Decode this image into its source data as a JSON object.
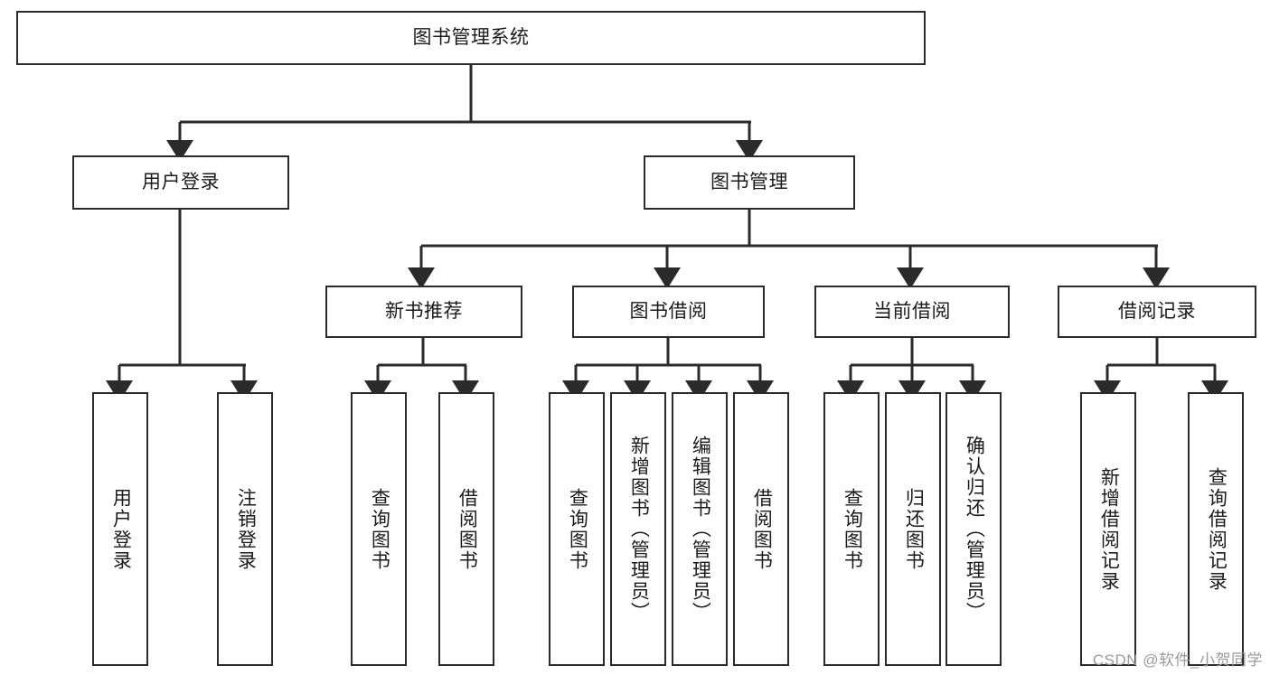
{
  "diagram": {
    "title": "图书管理系统",
    "type": "tree-hierarchy",
    "root": {
      "id": "root",
      "label": "图书管理系统"
    },
    "level1": [
      {
        "id": "user-login",
        "label": "用户登录"
      },
      {
        "id": "book-manage",
        "label": "图书管理"
      }
    ],
    "level2": [
      {
        "id": "new-book-rec",
        "label": "新书推荐",
        "parent": "book-manage"
      },
      {
        "id": "book-borrow",
        "label": "图书借阅",
        "parent": "book-manage"
      },
      {
        "id": "current-borrow",
        "label": "当前借阅",
        "parent": "book-manage"
      },
      {
        "id": "borrow-record",
        "label": "借阅记录",
        "parent": "book-manage"
      }
    ],
    "leaves": [
      {
        "id": "leaf-user-login",
        "label": "用户登录",
        "parent": "user-login"
      },
      {
        "id": "leaf-user-logout",
        "label": "注销登录",
        "parent": "user-login"
      },
      {
        "id": "leaf-query-book-1",
        "label": "查询图书",
        "parent": "new-book-rec"
      },
      {
        "id": "leaf-borrow-book-1",
        "label": "借阅图书",
        "parent": "new-book-rec"
      },
      {
        "id": "leaf-query-book-2",
        "label": "查询图书",
        "parent": "book-borrow"
      },
      {
        "id": "leaf-add-book",
        "label": "新增图书（管理员）",
        "parent": "book-borrow"
      },
      {
        "id": "leaf-edit-book",
        "label": "编辑图书（管理员）",
        "parent": "book-borrow"
      },
      {
        "id": "leaf-borrow-book-2",
        "label": "借阅图书",
        "parent": "book-borrow"
      },
      {
        "id": "leaf-query-book-3",
        "label": "查询图书",
        "parent": "current-borrow"
      },
      {
        "id": "leaf-return-book",
        "label": "归还图书",
        "parent": "current-borrow"
      },
      {
        "id": "leaf-confirm-return",
        "label": "确认归还（管理员）",
        "parent": "current-borrow"
      },
      {
        "id": "leaf-add-record",
        "label": "新增借阅记录",
        "parent": "borrow-record"
      },
      {
        "id": "leaf-query-record",
        "label": "查询借阅记录",
        "parent": "borrow-record"
      }
    ],
    "colors": {
      "background": "#ffffff",
      "box_fill": "#ffffff",
      "box_border": "#2b2b2b",
      "connector": "#2b2b2b",
      "text": "#1b1b1b",
      "watermark": "#9a9a9a"
    }
  },
  "watermark": {
    "text": "CSDN @软件_小贺同学"
  }
}
